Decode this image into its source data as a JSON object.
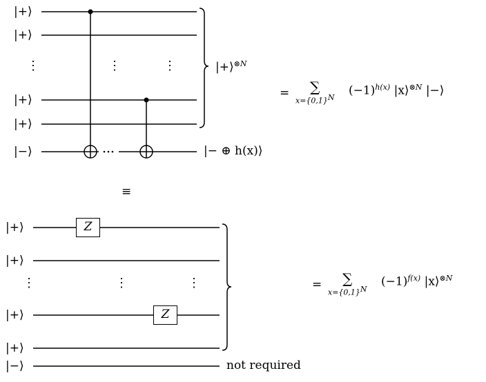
{
  "top": {
    "input_kets": [
      "|+⟩",
      "|+⟩",
      "|+⟩",
      "|+⟩",
      "|−⟩"
    ],
    "brace_label_ket": "|+⟩",
    "brace_label_power": "⊗N",
    "output_ancilla": "|− ⊕ h(x)⟩",
    "rhs": {
      "eq": "=",
      "sigma": "∑",
      "subscript": "x={0,1}",
      "subscript_power": "N",
      "term": "(−1)",
      "term_power": "h(x)",
      "state": "|x⟩",
      "state_power": "⊗N",
      "tail": "|−⟩"
    }
  },
  "equiv": "≡",
  "bottom": {
    "input_kets": [
      "|+⟩",
      "|+⟩",
      "|+⟩",
      "|+⟩",
      "|−⟩"
    ],
    "gate_label": "Z",
    "not_required": "not required",
    "rhs": {
      "eq": "=",
      "sigma": "∑",
      "subscript": "x={0,1}",
      "subscript_power": "N",
      "term": "(−1)",
      "term_power": "f(x)",
      "state": "|x⟩",
      "state_power": "⊗N"
    }
  }
}
